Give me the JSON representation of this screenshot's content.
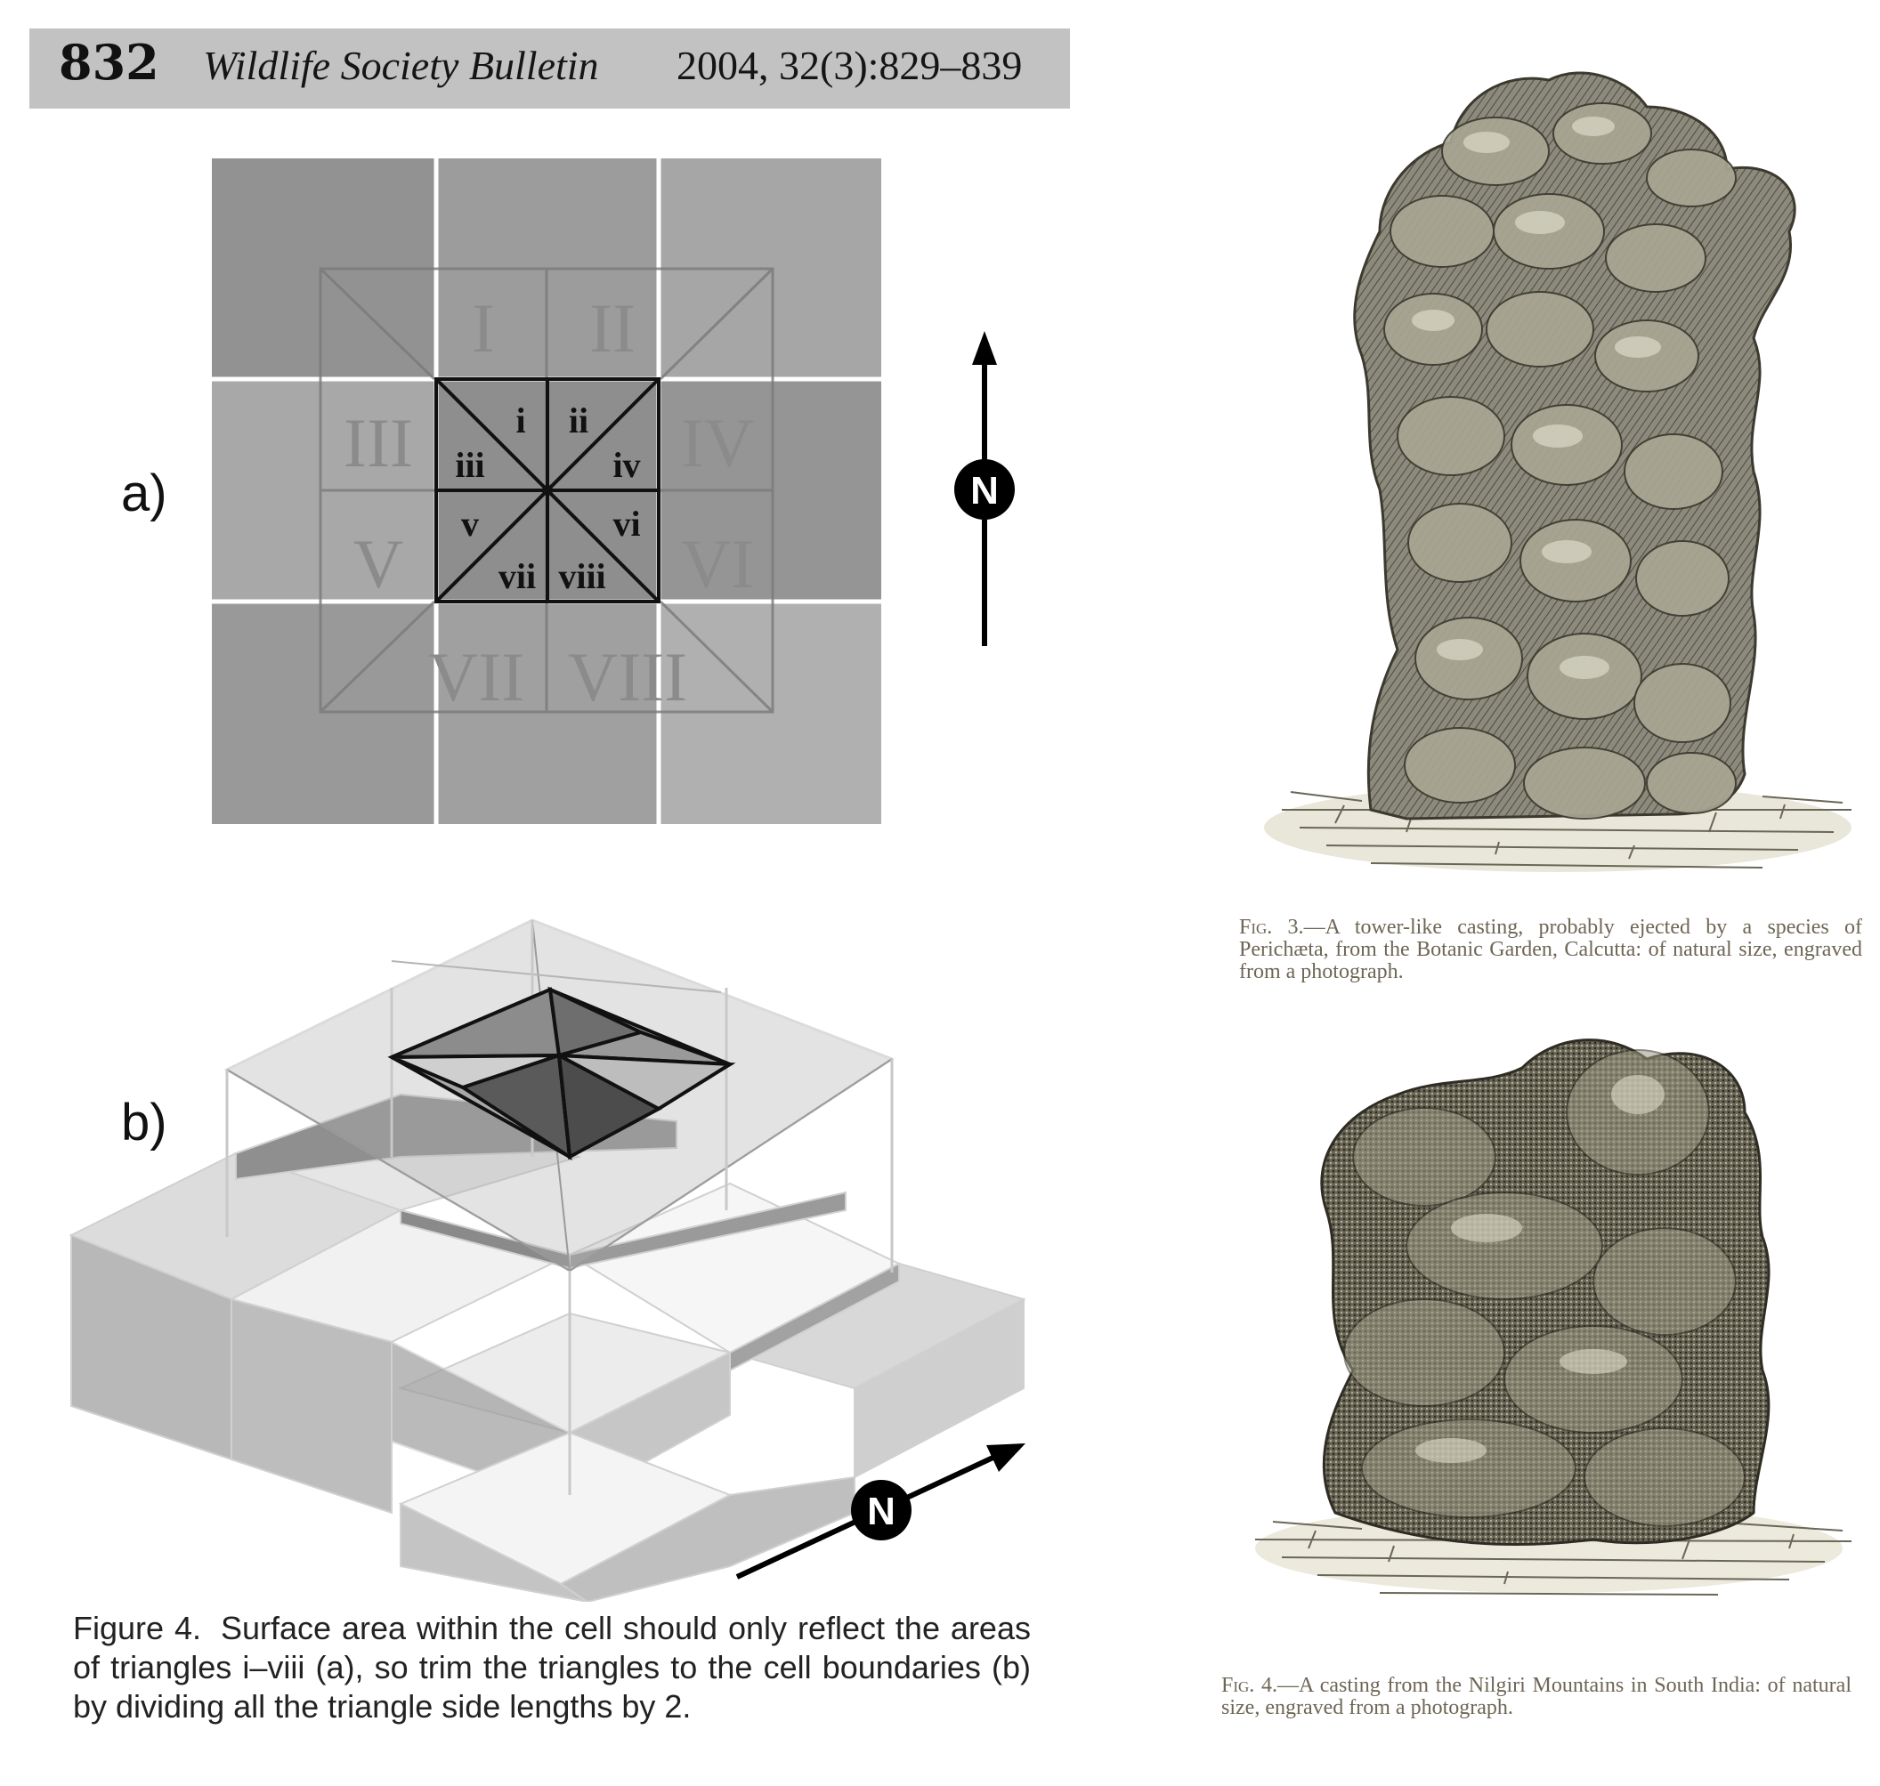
{
  "header": {
    "page_number": "832",
    "journal_title": "Wildlife Society Bulletin",
    "journal_ref": "2004, 32(3):829–839"
  },
  "figure_a": {
    "label": "a)",
    "outer_labels": [
      "I",
      "II",
      "III",
      "IV",
      "V",
      "VI",
      "VII",
      "VIII"
    ],
    "inner_labels": [
      "i",
      "ii",
      "iii",
      "iv",
      "v",
      "vi",
      "vii",
      "viii"
    ],
    "north_label": "N"
  },
  "figure_b": {
    "label": "b)",
    "north_label": "N"
  },
  "caption_left": {
    "head": "Figure 4.",
    "text": "Surface area within the cell should only reflect the areas of triangles i–viii (a), so trim the triangles to the cell boundaries (b) by dividing all the triangle side lengths by 2."
  },
  "fig3_caption": {
    "head": "Fig. 3.",
    "text": "—A tower-like casting, probably ejected by a species of Perichæta, from the Botanic Garden, Calcutta: of natural size, engraved from a photograph."
  },
  "fig4_caption": {
    "head": "Fig. 4.",
    "text": "—A casting from the Nilgiri Mountains in South India: of natural size, engraved from a photograph."
  },
  "colors": {
    "header_bg": "#c2c2c2",
    "grid_dark": "#8c8c8c",
    "grid_light": "#a6a6a6",
    "engraving_ink": "#4e4b3f"
  }
}
